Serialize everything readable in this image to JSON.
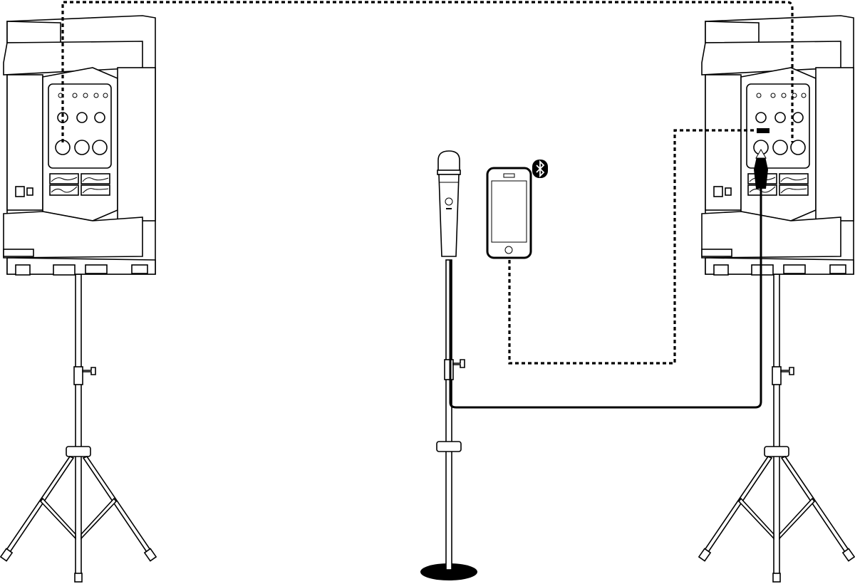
{
  "diagram": {
    "description_labels": [],
    "colors": {
      "line": "#000000",
      "background": "#ffffff"
    },
    "components": {
      "left_speaker": {
        "icon": "powered-speaker-icon"
      },
      "right_speaker": {
        "icon": "powered-speaker-icon"
      },
      "microphone": {
        "icon": "microphone-icon"
      },
      "phone": {
        "icon": "smartphone-icon"
      },
      "bluetooth": {
        "icon": "bluetooth-icon"
      }
    },
    "connections": [
      {
        "from": "left_speaker",
        "to": "right_speaker",
        "style": "dashed"
      },
      {
        "from": "phone",
        "to": "right_speaker",
        "style": "dashed"
      },
      {
        "from": "microphone",
        "to": "right_speaker",
        "style": "solid"
      }
    ]
  }
}
